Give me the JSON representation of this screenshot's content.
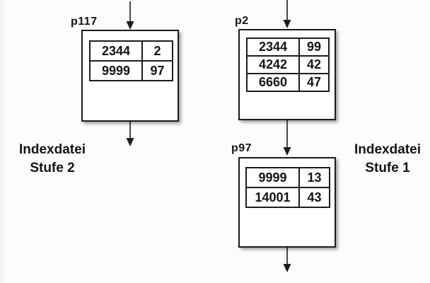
{
  "colors": {
    "background": "#fcfcfc",
    "line": "#1c1c1c",
    "box_fill": "#ffffff",
    "shadow": "#999999"
  },
  "nodes": [
    {
      "id": "p117",
      "rows": [
        {
          "key": "2344",
          "ptr": "2"
        },
        {
          "key": "9999",
          "ptr": "97"
        }
      ]
    },
    {
      "id": "p2",
      "rows": [
        {
          "key": "2344",
          "ptr": "99"
        },
        {
          "key": "4242",
          "ptr": "42"
        },
        {
          "key": "6660",
          "ptr": "47"
        }
      ]
    },
    {
      "id": "p97",
      "rows": [
        {
          "key": "9999",
          "ptr": "13"
        },
        {
          "key": "14001",
          "ptr": "43"
        }
      ]
    }
  ],
  "captions": {
    "left": {
      "line1": "Indexdatei",
      "line2": "Stufe 2"
    },
    "right": {
      "line1": "Indexdatei",
      "line2": "Stufe 1"
    }
  }
}
